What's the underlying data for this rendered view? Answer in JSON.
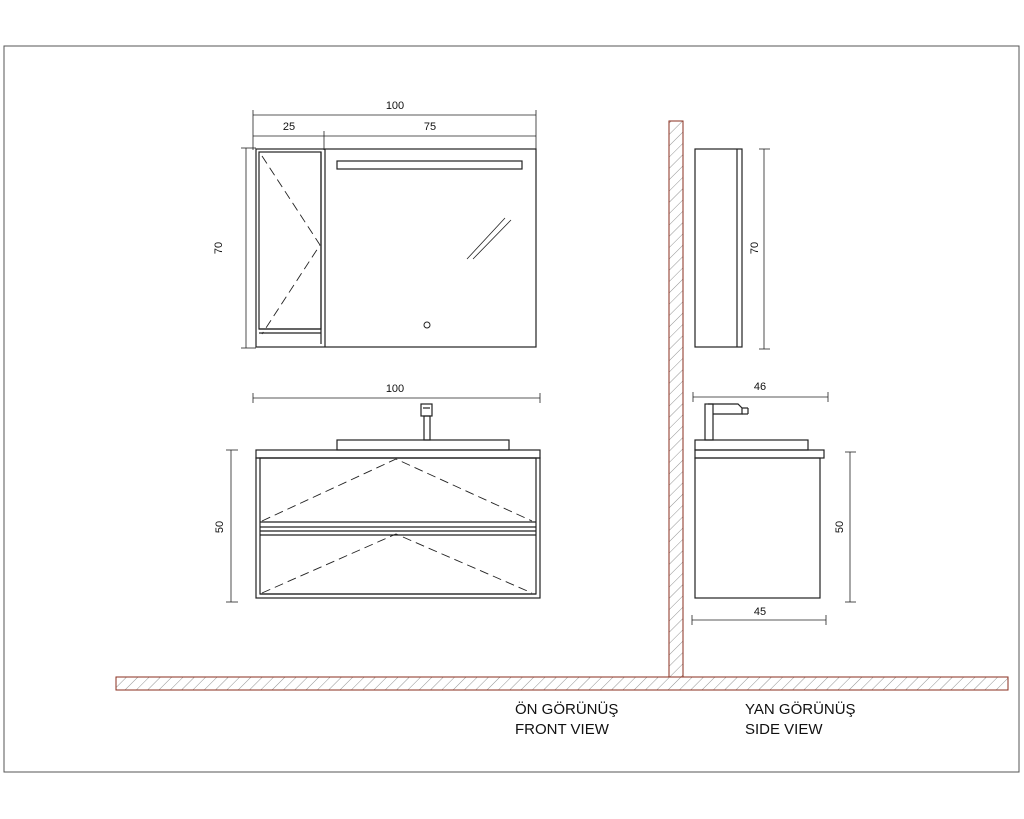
{
  "front_top": {
    "total_width": "100",
    "left_width": "25",
    "right_width": "75",
    "height": "70"
  },
  "front_bottom": {
    "width": "100",
    "height": "50"
  },
  "side_top": {
    "height": "70"
  },
  "side_bottom": {
    "top_depth": "46",
    "height": "50",
    "bottom_depth": "45"
  },
  "captions": {
    "front_tr": "ÖN GÖRÜNÜŞ",
    "front_en": "FRONT VIEW",
    "side_tr": "YAN GÖRÜNÜŞ",
    "side_en": "SIDE VIEW"
  }
}
